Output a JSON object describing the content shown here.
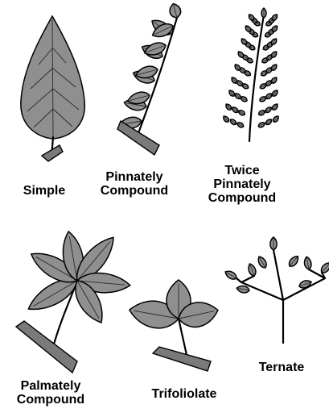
{
  "labels": {
    "simple": [
      "Simple"
    ],
    "pinnately": [
      "Pinnately",
      "Compound"
    ],
    "twice": [
      "Twice",
      "Pinnately",
      "Compound"
    ],
    "palmately": [
      "Palmately",
      "Compound"
    ],
    "trifoliolate": [
      "Trifoliolate"
    ],
    "ternate": [
      "Ternate"
    ]
  },
  "colors": {
    "leaf_fill": "#8f8f8f",
    "outline": "#000000",
    "background": "#ffffff"
  }
}
